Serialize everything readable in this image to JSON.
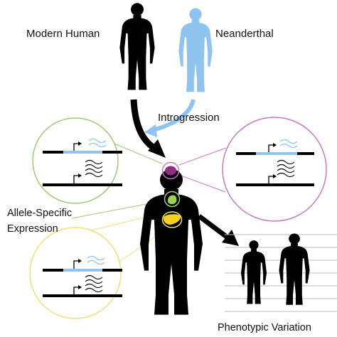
{
  "labels": {
    "modern_human": "Modern Human",
    "neanderthal": "Neanderthal",
    "introgression": "Introgression",
    "allele_specific_line1": "Allele-Specific",
    "allele_specific_line2": "Expression",
    "phenotypic_variation": "Phenotypic Variation"
  },
  "colors": {
    "modern_human": "#000000",
    "neanderthal": "#8ec4ef",
    "introgression_arrow": "#8ec4ef",
    "brain": "#8e2c86",
    "lung": "#9ad14e",
    "liver": "#f4d320",
    "brain_callout": "#c879c6",
    "lung_callout": "#9ccc78",
    "liver_callout": "#ede27a",
    "neanderthal_allele_segment": "#8ec4ef",
    "height_guides": "#bbbbbb"
  },
  "icons": [
    "modern-human-silhouette",
    "neanderthal-silhouette",
    "gene-promoter-arrow",
    "mrna-transcript-squiggle"
  ]
}
